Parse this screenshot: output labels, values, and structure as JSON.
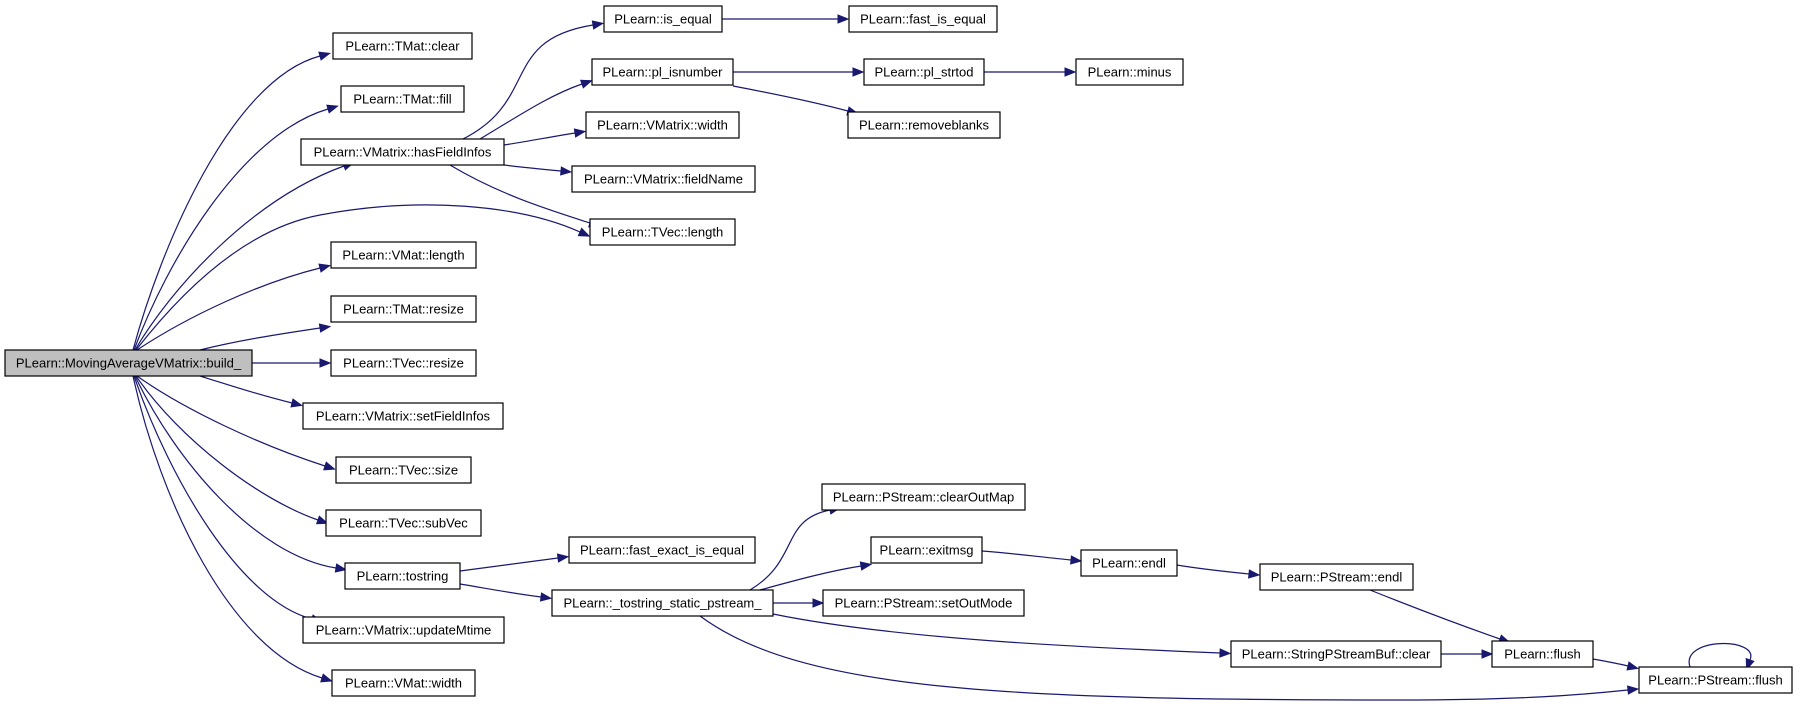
{
  "diagram": {
    "type": "call-graph",
    "colors": {
      "edge": "#191970",
      "root_fill": "#bfbfbf",
      "node_fill": "#ffffff",
      "node_border": "#000000"
    },
    "nodes": [
      {
        "id": "root",
        "label": "PLearn::MovingAverageVMatrix::build_",
        "root": true
      },
      {
        "id": "tmat_clear",
        "label": "PLearn::TMat::clear"
      },
      {
        "id": "tmat_fill",
        "label": "PLearn::TMat::fill"
      },
      {
        "id": "vmatrix_hasfieldinfos",
        "label": "PLearn::VMatrix::hasFieldInfos"
      },
      {
        "id": "vmat_length",
        "label": "PLearn::VMat::length"
      },
      {
        "id": "tmat_resize",
        "label": "PLearn::TMat::resize"
      },
      {
        "id": "tvec_resize",
        "label": "PLearn::TVec::resize"
      },
      {
        "id": "vmatrix_setfieldinfos",
        "label": "PLearn::VMatrix::setFieldInfos"
      },
      {
        "id": "tvec_size",
        "label": "PLearn::TVec::size"
      },
      {
        "id": "tvec_subvec",
        "label": "PLearn::TVec::subVec"
      },
      {
        "id": "tostring",
        "label": "PLearn::tostring"
      },
      {
        "id": "vmatrix_updatemtime",
        "label": "PLearn::VMatrix::updateMtime"
      },
      {
        "id": "vmat_width",
        "label": "PLearn::VMat::width"
      },
      {
        "id": "is_equal",
        "label": "PLearn::is_equal"
      },
      {
        "id": "fast_is_equal",
        "label": "PLearn::fast_is_equal"
      },
      {
        "id": "pl_isnumber",
        "label": "PLearn::pl_isnumber"
      },
      {
        "id": "pl_strtod",
        "label": "PLearn::pl_strtod"
      },
      {
        "id": "minus",
        "label": "PLearn::minus"
      },
      {
        "id": "removeblanks",
        "label": "PLearn::removeblanks"
      },
      {
        "id": "vmatrix_width",
        "label": "PLearn::VMatrix::width"
      },
      {
        "id": "vmatrix_fieldname",
        "label": "PLearn::VMatrix::fieldName"
      },
      {
        "id": "tvec_length",
        "label": "PLearn::TVec::length"
      },
      {
        "id": "fast_exact_is_equal",
        "label": "PLearn::fast_exact_is_equal"
      },
      {
        "id": "tostring_static_pstream",
        "label": "PLearn::_tostring_static_pstream_"
      },
      {
        "id": "pstream_clearoutmap",
        "label": "PLearn::PStream::clearOutMap"
      },
      {
        "id": "exitmsg",
        "label": "PLearn::exitmsg"
      },
      {
        "id": "pstream_setoutmode",
        "label": "PLearn::PStream::setOutMode"
      },
      {
        "id": "endl",
        "label": "PLearn::endl"
      },
      {
        "id": "pstream_endl",
        "label": "PLearn::PStream::endl"
      },
      {
        "id": "stringpstreambuf_clear",
        "label": "PLearn::StringPStreamBuf::clear"
      },
      {
        "id": "flush",
        "label": "PLearn::flush"
      },
      {
        "id": "pstream_flush",
        "label": "PLearn::PStream::flush"
      }
    ],
    "edges": [
      [
        "root",
        "tmat_clear"
      ],
      [
        "root",
        "tmat_fill"
      ],
      [
        "root",
        "vmatrix_hasfieldinfos"
      ],
      [
        "root",
        "tvec_length"
      ],
      [
        "root",
        "vmat_length"
      ],
      [
        "root",
        "tmat_resize"
      ],
      [
        "root",
        "tvec_resize"
      ],
      [
        "root",
        "vmatrix_setfieldinfos"
      ],
      [
        "root",
        "tvec_size"
      ],
      [
        "root",
        "tvec_subvec"
      ],
      [
        "root",
        "tostring"
      ],
      [
        "root",
        "vmatrix_updatemtime"
      ],
      [
        "root",
        "vmat_width"
      ],
      [
        "vmatrix_hasfieldinfos",
        "is_equal"
      ],
      [
        "vmatrix_hasfieldinfos",
        "pl_isnumber"
      ],
      [
        "vmatrix_hasfieldinfos",
        "vmatrix_width"
      ],
      [
        "vmatrix_hasfieldinfos",
        "vmatrix_fieldname"
      ],
      [
        "vmatrix_hasfieldinfos",
        "tvec_length"
      ],
      [
        "is_equal",
        "fast_is_equal"
      ],
      [
        "pl_isnumber",
        "pl_strtod"
      ],
      [
        "pl_isnumber",
        "removeblanks"
      ],
      [
        "pl_strtod",
        "minus"
      ],
      [
        "tostring",
        "fast_exact_is_equal"
      ],
      [
        "tostring",
        "tostring_static_pstream"
      ],
      [
        "tostring_static_pstream",
        "pstream_clearoutmap"
      ],
      [
        "tostring_static_pstream",
        "exitmsg"
      ],
      [
        "tostring_static_pstream",
        "pstream_setoutmode"
      ],
      [
        "tostring_static_pstream",
        "stringpstreambuf_clear"
      ],
      [
        "tostring_static_pstream",
        "pstream_flush"
      ],
      [
        "exitmsg",
        "endl"
      ],
      [
        "endl",
        "pstream_endl"
      ],
      [
        "pstream_endl",
        "flush"
      ],
      [
        "stringpstreambuf_clear",
        "flush"
      ],
      [
        "flush",
        "pstream_flush"
      ],
      [
        "pstream_flush",
        "pstream_flush"
      ]
    ]
  }
}
